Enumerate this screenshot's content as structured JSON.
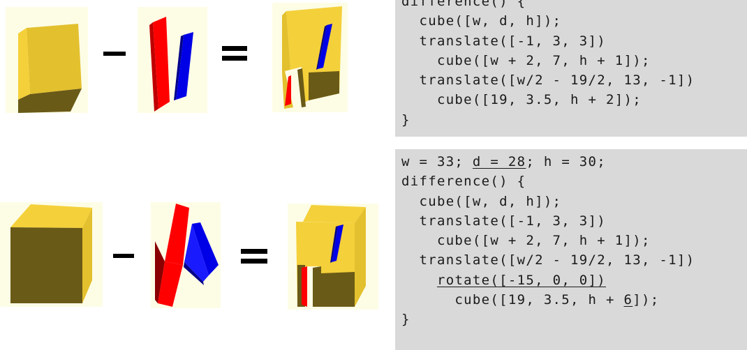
{
  "top_row": {
    "operators": {
      "minus": "minus-operator",
      "equals": "equals-operator"
    },
    "code_lines": [
      [
        {
          "t": "difference() {"
        }
      ],
      [
        {
          "t": "  cube([w, d, h]);"
        }
      ],
      [
        {
          "t": "  translate([-1, 3, 3])"
        }
      ],
      [
        {
          "t": "    cube([w + 2, 7, h + 1]);"
        }
      ],
      [
        {
          "t": "  translate([w/2 - 19/2, 13, -1])"
        }
      ],
      [
        {
          "t": "    cube([19, 3.5, h + 2]);"
        }
      ],
      [
        {
          "t": "}"
        }
      ]
    ]
  },
  "bottom_row": {
    "operators": {
      "minus": "minus-operator",
      "equals": "equals-operator"
    },
    "code_lines": [
      [
        {
          "t": "w = 33; "
        },
        {
          "t": "d = 28",
          "u": true
        },
        {
          "t": "; h = 30;"
        }
      ],
      [
        {
          "t": "difference() {"
        }
      ],
      [
        {
          "t": "  cube([w, d, h]);"
        }
      ],
      [
        {
          "t": "  translate([-1, 3, 3])"
        }
      ],
      [
        {
          "t": "    cube([w + 2, 7, h + 1]);"
        }
      ],
      [
        {
          "t": "  translate([w/2 - 19/2, 13, -1])"
        }
      ],
      [
        {
          "t": "    "
        },
        {
          "t": "rotate([-15, 0, 0])",
          "u": true
        }
      ],
      [
        {
          "t": "      cube([19, 3.5, h + "
        },
        {
          "t": "6",
          "u": true
        },
        {
          "t": "]);"
        }
      ],
      [
        {
          "t": "}"
        }
      ]
    ]
  },
  "colors": {
    "panel_bg": "#fdfde6",
    "cube_top": "#f4d03a",
    "cube_front": "#e3c02e",
    "cube_side": "#6a5a17",
    "red": "#ff0000",
    "blue": "#0000e6",
    "code_bg": "#d9d9d9"
  }
}
